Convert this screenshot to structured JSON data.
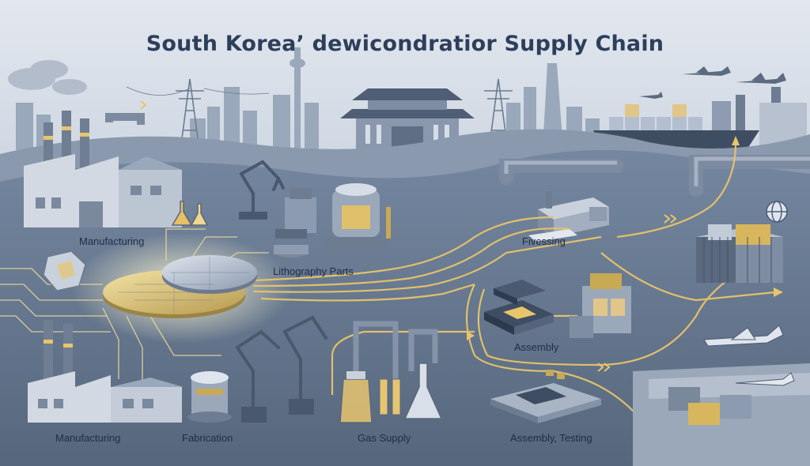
{
  "title": "South Korea’ dewicondratior Supply Chain",
  "labels": {
    "manufacturing_top": "Manufacturing",
    "lithography": "Lithography Parts",
    "fivessing": "Fivessing",
    "assembly": "Assembly",
    "manufacturing_bottom": "Manufacturing",
    "fabrication": "Fabrication",
    "gas_supply": "Gas Supply",
    "assembly_testing": "Assembly, Testing"
  },
  "colors": {
    "sky": "#d5dde7",
    "ground": "#5d6f83",
    "flow_line": "#e8c46a",
    "circuit_line": "#f2dc97",
    "title": "#2e3f5c"
  },
  "icons": [
    "factory-icon",
    "wafer-icon",
    "robot-arm-icon",
    "pipeline-icon",
    "chip-icon",
    "container-icon",
    "airplane-icon",
    "ship-icon",
    "globe-icon",
    "palace-icon",
    "power-tower-icon",
    "flask-icon"
  ]
}
